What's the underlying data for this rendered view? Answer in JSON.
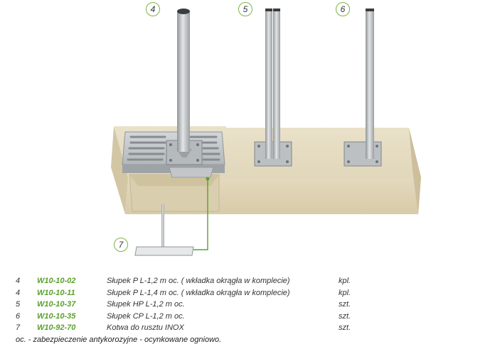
{
  "callouts": {
    "c4": "4",
    "c5": "5",
    "c6": "6",
    "c7": "7"
  },
  "parts": [
    {
      "qty": "4",
      "code": "W10-10-02",
      "description": "Słupek P L-1,2 m oc. ( wkładka okrągła w komplecie)",
      "unit": "kpl."
    },
    {
      "qty": "4",
      "code": "W10-10-11",
      "description": "Słupek P L-1,4 m oc. ( wkładka okrągła w komplecie)",
      "unit": "kpl."
    },
    {
      "qty": "5",
      "code": "W10-10-37",
      "description": "Słupek HP L-1,2 m oc.",
      "unit": "szt."
    },
    {
      "qty": "6",
      "code": "W10-10-35",
      "description": "Słupek CP L-1,2 m oc.",
      "unit": "szt."
    },
    {
      "qty": "7",
      "code": "W10-92-70",
      "description": "Kotwa do rusztu INOX",
      "unit": "szt."
    }
  ],
  "footnote": "oc. -  zabezpieczenie antykorozyjne - ocynkowane ogniowo.",
  "colors": {
    "accent": "#7ab648",
    "code_text": "#5aa02c",
    "concrete": "#e6dcc2",
    "steel": "#c9ccce"
  }
}
